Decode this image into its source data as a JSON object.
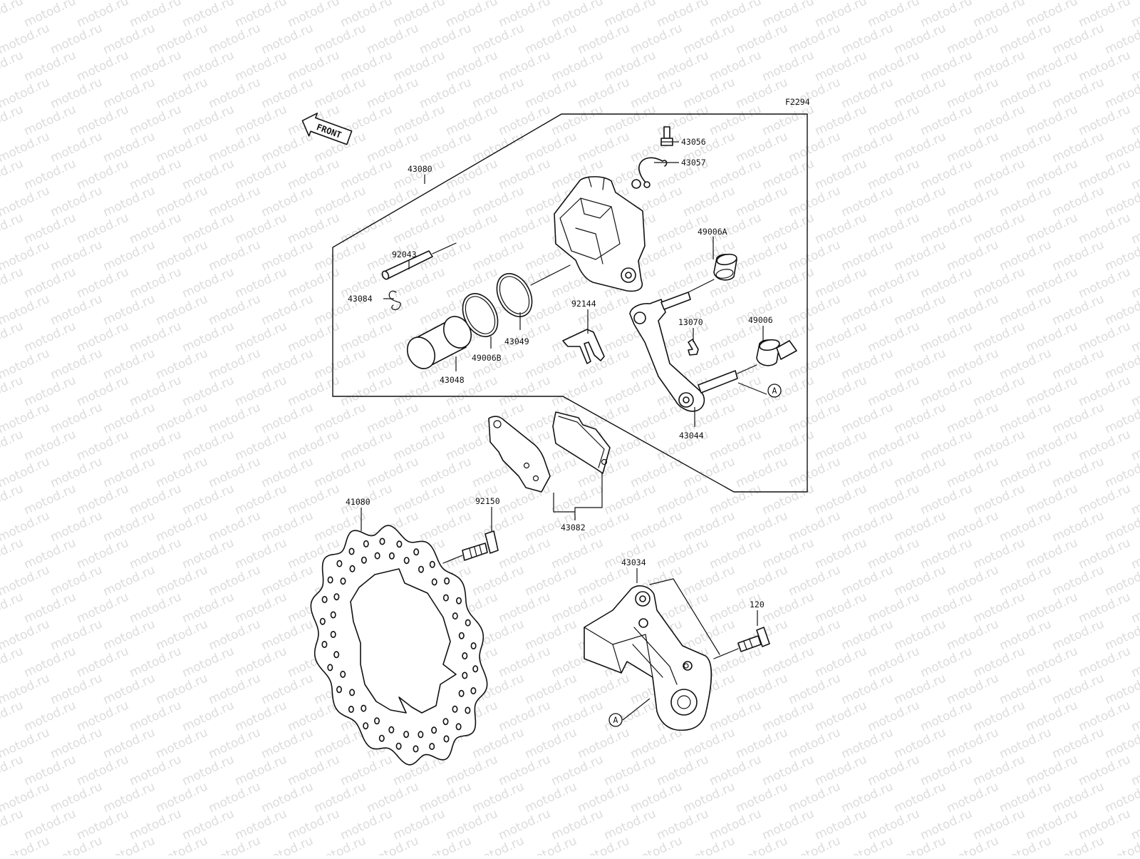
{
  "figure_code": "F2294",
  "watermark": "motod.ru",
  "front_arrow_label": "FRONT",
  "callout_a": "A",
  "labels": {
    "p43056": "43056",
    "p43057": "43057",
    "p43080": "43080",
    "p92043": "92043",
    "p49006a": "49006A",
    "p43084": "43084",
    "p92144": "92144",
    "p13070": "13070",
    "p49006": "49006",
    "p43049": "43049",
    "p49006b": "49006B",
    "p43048": "43048",
    "p43044": "43044",
    "p41080": "41080",
    "p92150": "92150",
    "p43082": "43082",
    "p43034": "43034",
    "p120": "120"
  }
}
